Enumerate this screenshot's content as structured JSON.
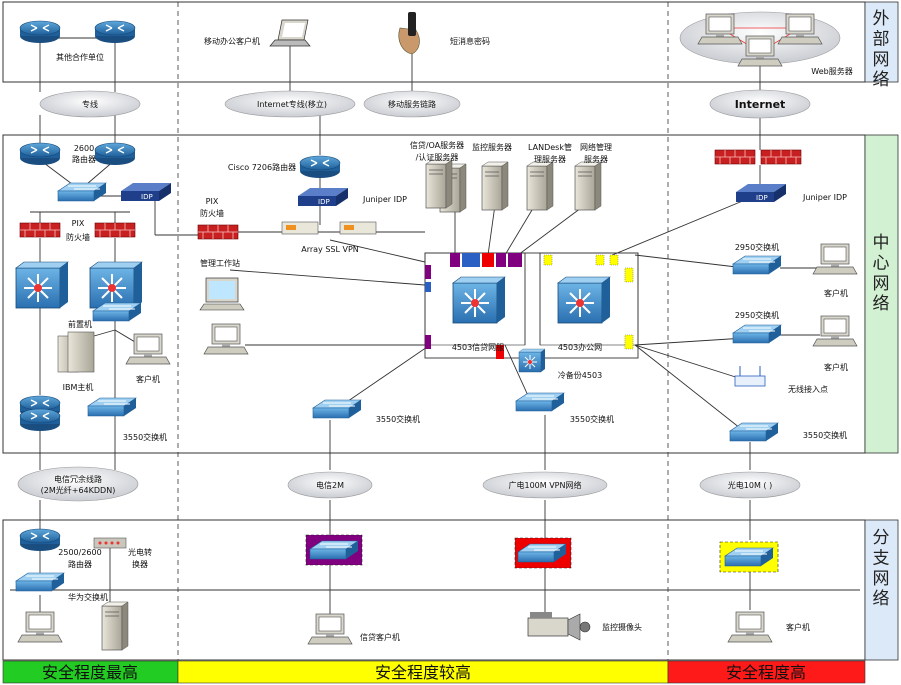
{
  "zones": {
    "external": "外部网络",
    "center": "中心网络",
    "branch": "分支网络"
  },
  "footer": [
    {
      "label": "安全程度最高",
      "color": "#22cc22"
    },
    {
      "label": "安全程度较高",
      "color": "#ffff00"
    },
    {
      "label": "安全程度高",
      "color": "#ff1a1a"
    }
  ],
  "colors": {
    "external_side": "#dce9f8",
    "center_side": "#d2f0d2",
    "branch_side": "#dce9f8",
    "purple": "#800080",
    "red": "#ee0000",
    "yellow": "#ffff00",
    "blue": "#2a5fc4"
  },
  "labels": {
    "other_unit": "其他合作单位",
    "mobile_client": "移动办公客户机",
    "sms": "短消息密码",
    "web_server": "Web服务器",
    "leased_line": "专线",
    "internet_leased": "Internet专线(移立)",
    "mobile_link": "移动服务链路",
    "internet": "Internet",
    "router_2600": "2600\n路由器",
    "cisco7206": "Cisco 7206路由器",
    "juniper_idp_left": "Juniper IDP",
    "juniper_idp_right": "Juniper IDP",
    "pix_left": "PIX\n防火墙",
    "pix_center": "PIX\n防火墙",
    "array_vpn": "Array SSL VPN",
    "server_credit": "信贷/OA服务器\n/认证服务器",
    "server_monitor": "监控服务器",
    "server_landesk": "LANDesk管\n理服务器",
    "server_netmgmt": "网络管理\n服务器",
    "mgmt_station": "管理工作站",
    "core_credit": "4503信贷网服",
    "core_office": "4503办公网",
    "backup_4503": "冷备份4503",
    "sw2950_a": "2950交换机",
    "sw2950_b": "2950交换机",
    "client_a": "客户机",
    "client_b": "客户机",
    "wireless_ap": "无线接入点",
    "frontend": "前置机",
    "ibm_host": "IBM主机",
    "client_left": "客户机",
    "sw3550_left": "3550交换机",
    "sw3550_mid1": "3550交换机",
    "sw3550_mid2": "3550交换机",
    "sw3550_right": "3550交换机",
    "telecom_redundant": "电信冗余线路\n(2M光纤+64KDDN)",
    "telecom_2m": "电信2M",
    "gd_vpn": "广电100M VPN网络",
    "gd_10m": "光电10M ( )",
    "branch_router": "2500/2600\n路由器",
    "optical_conv": "光电转\n换器",
    "huawei_switch": "华为交换机",
    "branch_credit_client": "信贷客户机",
    "cctv": "监控摄像头",
    "branch_client": "客户机"
  }
}
